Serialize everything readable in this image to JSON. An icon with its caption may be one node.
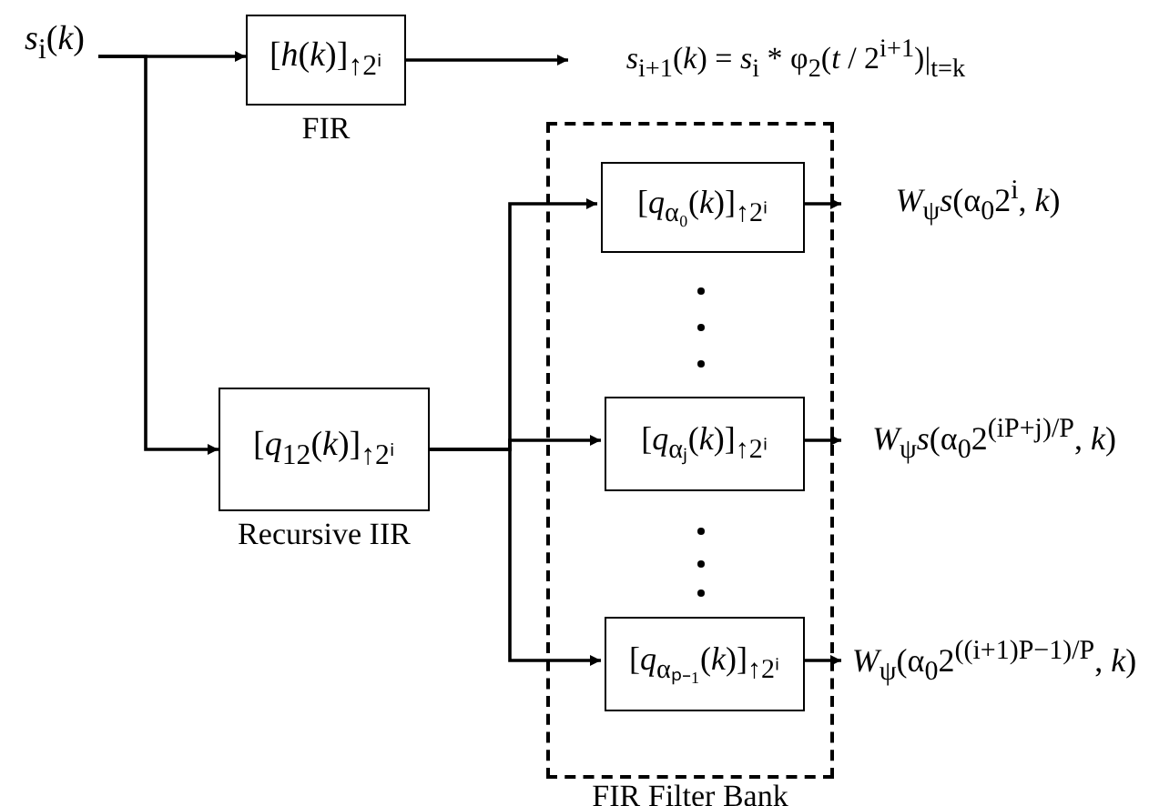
{
  "diagram": {
    "nodes": [
      {
        "text": [
          "*s*$_{i}$(*k*)"
        ]
      },
      {
        "text": [
          "[*h*(*k*)]$_{↑2ⁱ}$"
        ],
        "beside": [
          "FIR"
        ]
      },
      {
        "text": [
          "*s*$_{i+1}$(*k*) = *s*$_{i}$ * φ$_{2}$(*t* / 2$^{i+1}$)|$_{t=k}$"
        ]
      },
      {
        "text": [
          "FIR Filter Bank"
        ]
      },
      {
        "text": [
          "[*q*$_{12}$(*k*)]$_{↑2ⁱ}$"
        ],
        "beside": [
          "Recursive IIR"
        ]
      },
      {
        "text": [
          "[*q*$_{α₀}$(*k*)]$_{↑2ⁱ}$"
        ],
        "in": 3
      },
      {
        "text": [
          "[*q*$_{αⱼ}$(*k*)]$_{↑2ⁱ}$"
        ],
        "in": 3
      },
      {
        "text": [
          "[*q*$_{αₚ₋₁}$(*k*)]$_{↑2ⁱ}$"
        ],
        "in": 3
      },
      {
        "text": [
          "*W*$_{ψ}$*s*(α$_{0}$2$^{i}$, *k*)"
        ]
      },
      {
        "text": [
          "*W*$_{ψ}$*s*(α$_{0}$2$^{(iP+j)/P}$, *k*)"
        ]
      },
      {
        "text": [
          "*W*$_{ψ}$(α$_{0}$2$^{((i+1)P−1)/P}$, *k*)"
        ]
      }
    ],
    "edges": [
      {
        "from": 0,
        "to": 1,
        "arrow": "to"
      },
      {
        "from": 1,
        "to": 2,
        "arrow": "to"
      },
      {
        "from": 0,
        "to": 4,
        "arrow": "to"
      },
      {
        "from": 4,
        "to": 5,
        "arrow": "to"
      },
      {
        "from": 4,
        "to": 6,
        "arrow": "to"
      },
      {
        "from": 4,
        "to": 7,
        "arrow": "to"
      },
      {
        "from": 5,
        "to": 8,
        "arrow": "to"
      },
      {
        "from": 6,
        "to": 9,
        "arrow": "to"
      },
      {
        "from": 7,
        "to": 10,
        "arrow": "to"
      }
    ]
  }
}
